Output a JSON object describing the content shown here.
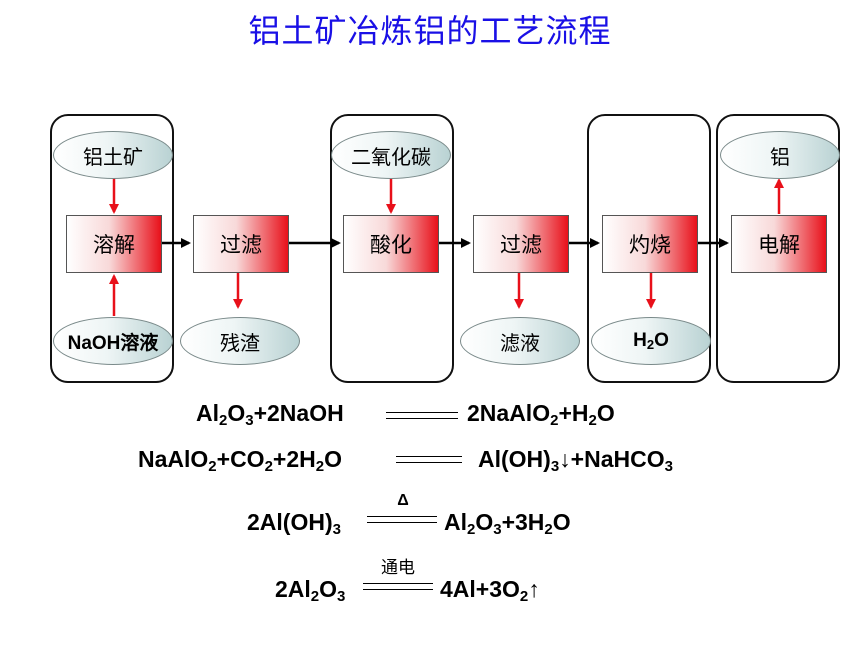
{
  "title": "铝土矿冶炼铝的工艺流程",
  "nodes": {
    "bauxite": "铝土矿",
    "naoh": "NaOH溶液",
    "dissolve": "溶解",
    "filter1": "过滤",
    "residue": "残渣",
    "co2": "二氧化碳",
    "acidify": "酸化",
    "filter2": "过滤",
    "filtrate": "滤液",
    "calcine": "灼烧",
    "water": "H2O",
    "electrolysis": "电解",
    "aluminum": "铝"
  },
  "equations": {
    "eq1": {
      "left": "Al2O3+2NaOH",
      "right": "2NaAlO2+H2O",
      "condition": ""
    },
    "eq2": {
      "left": "NaAlO2+CO2+2H2O",
      "right": "Al(OH)3↓+NaHCO3",
      "condition": ""
    },
    "eq3": {
      "left": "2Al(OH)3",
      "right": "Al2O3+3H2O",
      "condition": "Δ"
    },
    "eq4": {
      "left": "2Al2O3",
      "right": "4Al+3O2↑",
      "condition": "通电"
    }
  },
  "colors": {
    "title": "#1a10e6",
    "box_red": "#e8101a",
    "ellipse_teal": "#b9d2d3",
    "arrow_red": "#e8101a",
    "arrow_black": "#000000"
  }
}
